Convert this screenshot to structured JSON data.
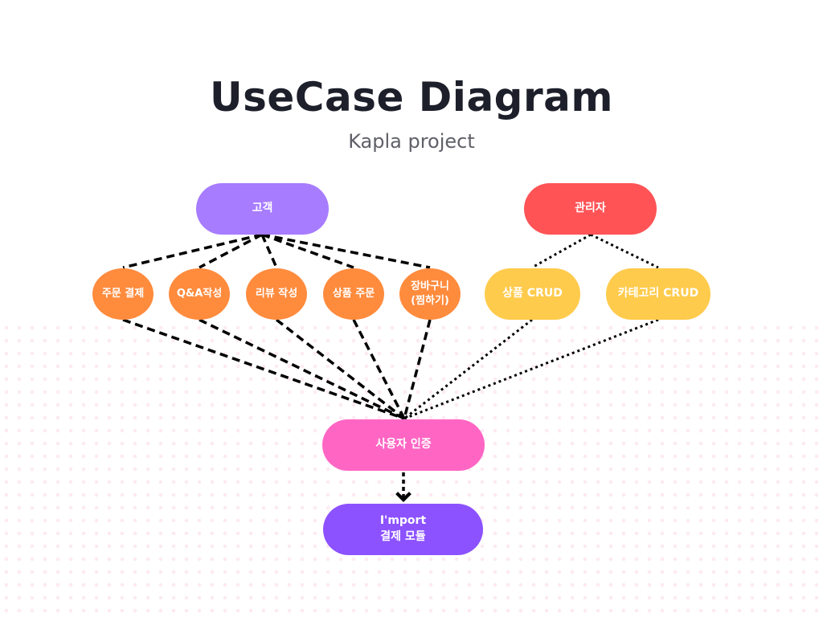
{
  "header": {
    "title": "UseCase Diagram",
    "subtitle": "Kapla project"
  },
  "actors": {
    "customer": "고객",
    "admin": "관리자"
  },
  "customer_usecases": {
    "order_payment": "주문 결제",
    "qna_write": "Q&A작성",
    "review_write": "리뷰 작성",
    "product_order": "상품 주문",
    "cart_line1": "장바구니",
    "cart_line2": "(찜하기)"
  },
  "admin_usecases": {
    "product_crud": "상품 CRUD",
    "category_crud": "카테고리 CRUD"
  },
  "auth": {
    "label": "사용자 인증"
  },
  "payment_module": {
    "line1": "I'mport",
    "line2": "결제 모듈"
  },
  "colors": {
    "customer": "#a77cff",
    "admin": "#ff5356",
    "customer_usecase": "#ff8b3d",
    "admin_usecase": "#ffcb4c",
    "auth": "#ff66c4",
    "payment_module": "#8c52ff"
  }
}
